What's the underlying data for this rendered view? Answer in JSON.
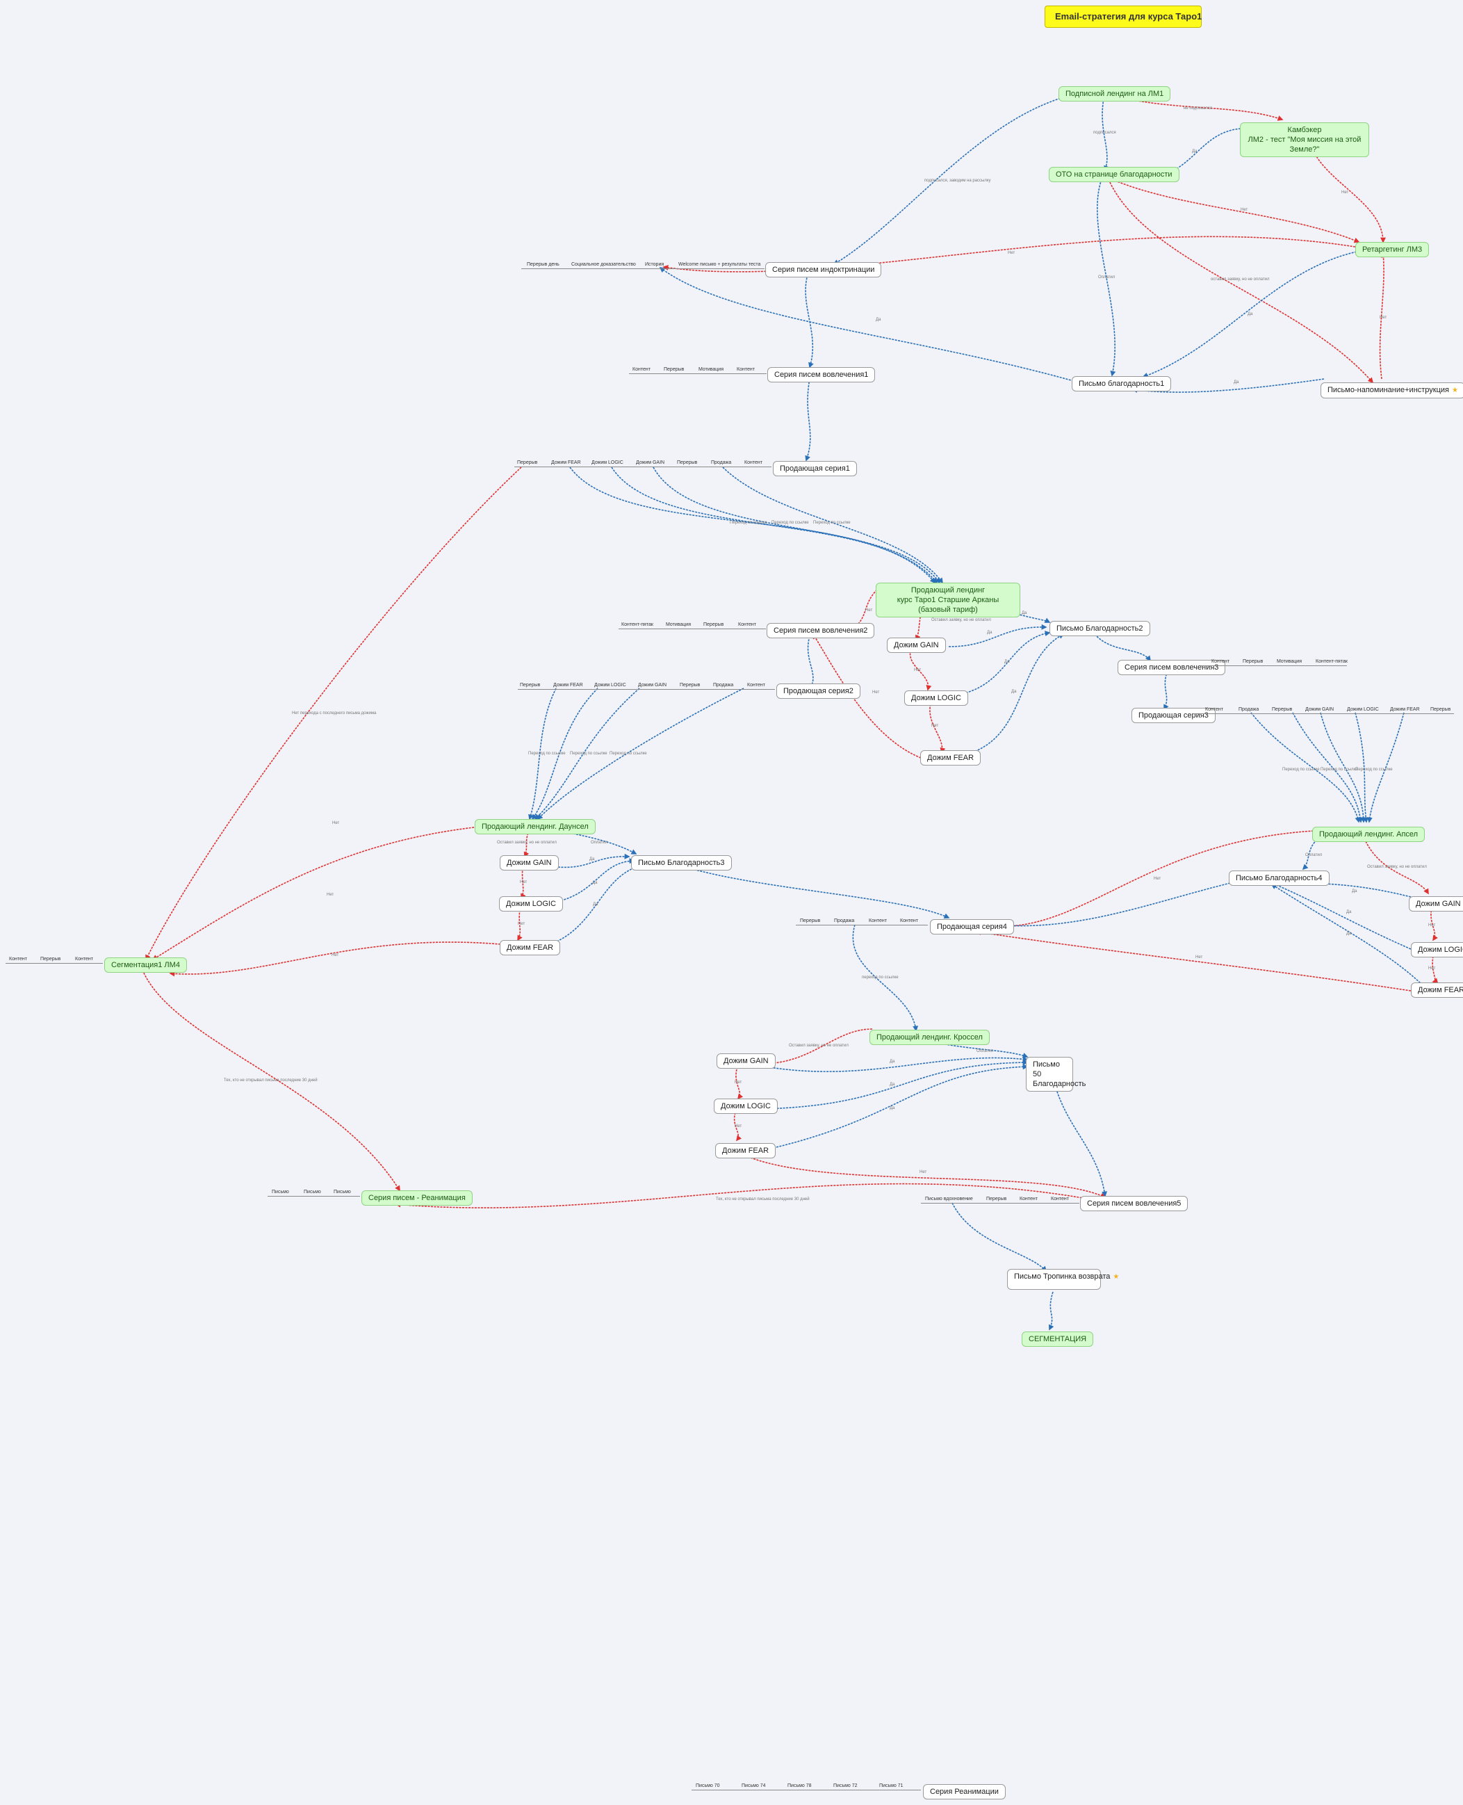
{
  "title": "Email-стратегия для курса Таро1",
  "nodes": {
    "lm1": "Подписной лендинг на ЛМ1",
    "kambek": "Камбэкер",
    "kambek2": "ЛМ2 - тест \"Моя миссия на этой Земле?\"",
    "oto": "ОТО на странице благодарности",
    "retarget": "Ретаргетинг ЛМ3",
    "indoctrination": "Серия писем индоктринации",
    "thanks1": "Письмо благодарность1",
    "reminder": "Письмо-напоминание+инструкция",
    "engage1": "Серия писем вовлечения1",
    "sales1": "Продающая серия1",
    "landing_main1": "Продающий лендинг",
    "landing_main2": "курс Таро1 Старшие Арканы (базовый тариф)",
    "engage2": "Серия писем вовлечения2",
    "thanks2": "Письмо Благодарность2",
    "gain1": "Дожим GAIN",
    "logic1": "Дожим LOGIC",
    "fear1": "Дожим FEAR",
    "engage3": "Серия писем вовлечения3",
    "sales3": "Продающая серия3",
    "sales2": "Продающая серия2",
    "downsell": "Продающий лендинг. Даунсел",
    "gain2": "Дожим GAIN",
    "logic2": "Дожим LOGIC",
    "fear2": "Дожим FEAR",
    "thanks3": "Письмо Благодарность3",
    "upsell": "Продающий лендинг. Апсел",
    "thanks4": "Письмо Благодарность4",
    "gain3": "Дожим GAIN",
    "logic3": "Дожим LOGIC",
    "fear3": "Дожим FEAR",
    "sales4": "Продающая серия4",
    "segment1": "Сегментация1 ЛМ4",
    "crossell": "Продающий лендинг. Кроссел",
    "gain4": "Дожим GAIN",
    "logic4": "Дожим LOGIC",
    "fear4": "Дожим FEAR",
    "thanks5a": "Письмо 50",
    "thanks5b": "Благодарность",
    "engage5": "Серия писем вовлечения5",
    "reanim": "Серия писем - Реанимация",
    "trail": "Письмо Тропинка возврата",
    "segmentation": "СЕГМЕНТАЦИЯ",
    "reanim_series": "Серия Реанимации"
  },
  "leaves": {
    "indoctrination": [
      "Перерыв день",
      "Социальное доказательство",
      "История",
      "Welcome письмо + результаты теста"
    ],
    "engage1": [
      "Контент",
      "Перерыв",
      "Мотивация",
      "Контент"
    ],
    "sales1": [
      "Перерыв",
      "Дожим FEAR",
      "Дожим LOGIC",
      "Дожим GAIN",
      "Перерыв",
      "Продажа",
      "Контент"
    ],
    "engage2": [
      "Контент-пятак",
      "Мотивация",
      "Перерыв",
      "Контент"
    ],
    "sales2": [
      "Перерыв",
      "Дожим FEAR",
      "Дожим LOGIC",
      "Дожим GAIN",
      "Перерыв",
      "Продажа",
      "Контент"
    ],
    "engage3": [
      "Контент",
      "Перерыв",
      "Мотивация",
      "Контент-пятак"
    ],
    "sales3": [
      "Контент",
      "Продажа",
      "Перерыв",
      "Дожим GAIN",
      "Дожим LOGIC",
      "Дожим FEAR",
      "Перерыв"
    ],
    "segment1": [
      "Контент",
      "Перерыв",
      "Контент"
    ],
    "sales4": [
      "Перерыв",
      "Продажа",
      "Контент",
      "Контент"
    ],
    "reanim": [
      "Письмо",
      "Письмо",
      "Письмо"
    ],
    "engage5": [
      "Письмо вдохновение",
      "Перерыв",
      "Контент",
      "Контент"
    ],
    "bottom": [
      "Письмо 70",
      "Письмо 74",
      "Письмо 78",
      "Письмо 72",
      "Письмо 71"
    ]
  },
  "edge_labels": {
    "not_subscribed": "не подписался",
    "subscribed": "подписался",
    "subscribed_series": "подписался, заводим на рассылку",
    "yes": "Да",
    "no": "Нет",
    "paid": "Оплатил",
    "left_request": "Оставил заявку, но не оплатил",
    "left_request2": "оставил заявку, но не оплатил",
    "transition": "Переход по ссылке",
    "no_transition": "Нет перехода с последнего письма дожима",
    "no_open": "Тех, кто не открывал письма последние 30 дней",
    "transition_link": "переход по ссылке"
  },
  "colors": {
    "blue": "#2a70b8",
    "red": "#e03030",
    "green_fill": "#d4fbcb",
    "title_fill": "#fdfb1c"
  }
}
